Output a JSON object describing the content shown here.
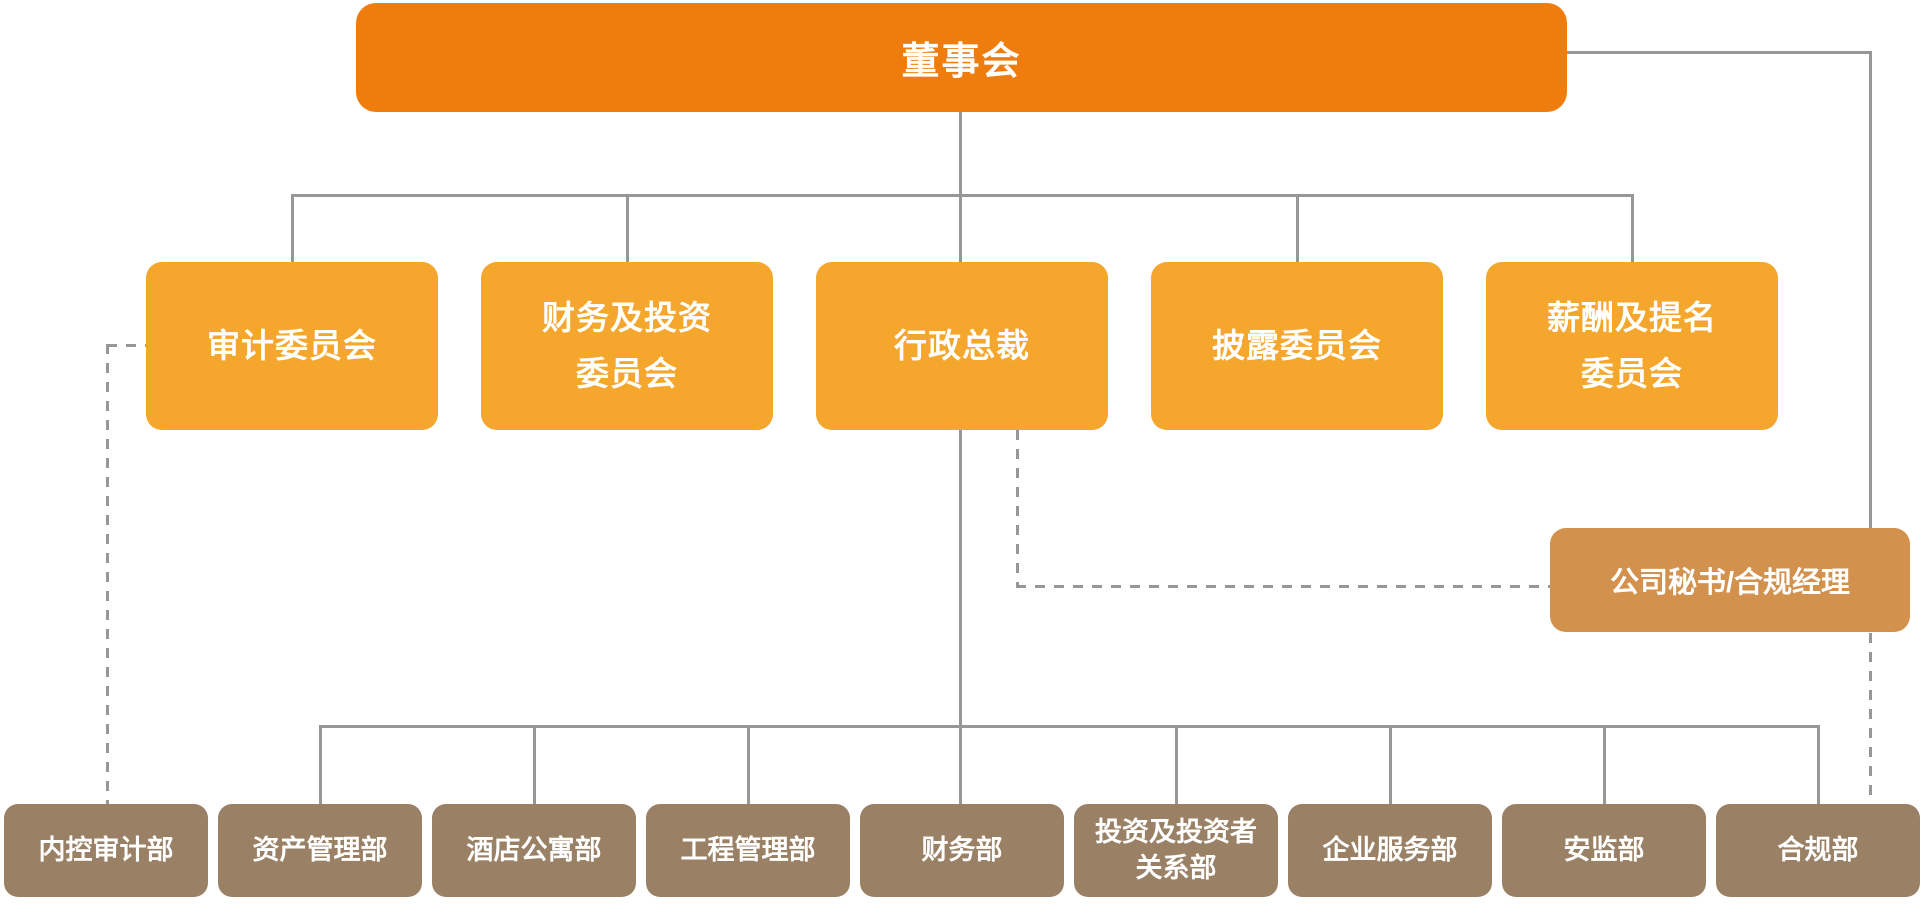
{
  "org": {
    "board": {
      "label": "董事会"
    },
    "committees": [
      {
        "label": "审计委员会"
      },
      {
        "label": "财务及投资\n委员会"
      },
      {
        "label": "行政总裁"
      },
      {
        "label": "披露委员会"
      },
      {
        "label": "薪酬及提名\n委员会"
      }
    ],
    "secretary": {
      "label": "公司秘书/合规经理"
    },
    "departments": [
      {
        "label": "内控审计部"
      },
      {
        "label": "资产管理部"
      },
      {
        "label": "酒店公寓部"
      },
      {
        "label": "工程管理部"
      },
      {
        "label": "财务部"
      },
      {
        "label": "投资及投资者\n关系部"
      },
      {
        "label": "企业服务部"
      },
      {
        "label": "安监部"
      },
      {
        "label": "合规部"
      }
    ],
    "colors": {
      "board_box": "#EE7D0E",
      "committee_box": "#F4A62D",
      "secretary_box": "#D2914D",
      "department_box": "#9A8166",
      "connector_line": "#979797",
      "text": "#FFFFFF"
    }
  }
}
